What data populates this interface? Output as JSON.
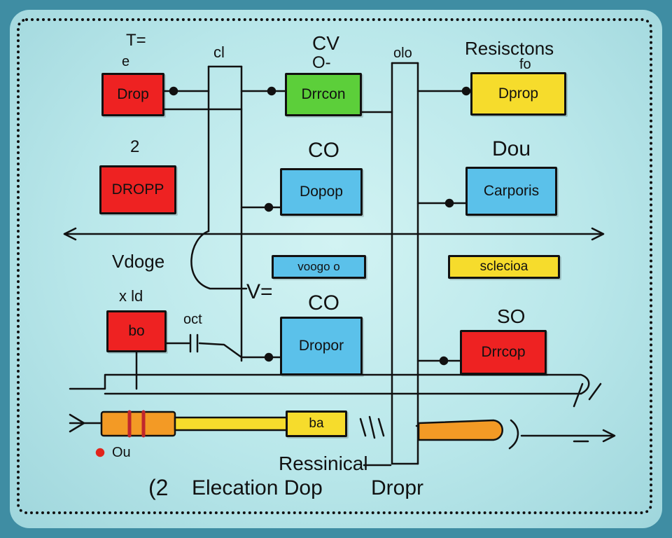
{
  "labels": {
    "t_eq": "T=",
    "t_e": "e",
    "cl_top": "cl",
    "cv": "CV",
    "o_dash": "O-",
    "olo": "olo",
    "resisctons": "Resisctons",
    "fo": "fo",
    "two": "2",
    "co_mid": "CO",
    "dou": "Dou",
    "vdoge": "Vdoge",
    "x_ld": "x ld",
    "v_eq": "V=",
    "co_low": "CO",
    "oct": "oct",
    "so": "SO",
    "ou": "Ou",
    "resisnical": "Ressinical",
    "paren_two": "(2",
    "elecation": "Elecation Dop",
    "dropr": "Dropr"
  },
  "boxes": {
    "red_top": "Drop",
    "green_top": "Drrcon",
    "yellow_top": "Dprop",
    "red_mid": "DROPP",
    "blue_mid": "Dopop",
    "blue_right": "Carporis",
    "voogo": "voogo o",
    "scleciioa": "sclecioa",
    "red_low": "bo",
    "blue_low": "Dropor",
    "red_low_right": "Drrcop",
    "resistor_yellow": "ba"
  },
  "colors": {
    "red": "#ee2222",
    "green": "#5ccf3a",
    "yellow": "#f6dc2c",
    "blue": "#5bc1ea",
    "orange": "#f39a25",
    "background": "#3f8da3"
  }
}
